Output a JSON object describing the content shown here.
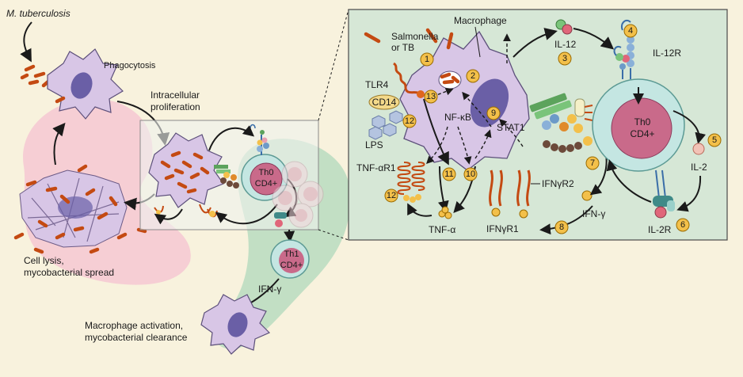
{
  "colors": {
    "background": "#f8f2dd",
    "inset_panel": "#d6e7d6",
    "macrophage": "#d8c6e6",
    "nucleus": "#6a5fa6",
    "th_cell": "#c4e6e2",
    "th_nucleus": "#c96a8a",
    "bacteria": "#e0661e",
    "pink_zone": "#f6c8d2",
    "green_zone": "#b9dcc0",
    "number_badge": "#f3c04a"
  },
  "left": {
    "mtb": "M. tuberculosis",
    "phagocytosis": "Phagocytosis",
    "proliferation_1": "Intracellular",
    "proliferation_2": "proliferation",
    "th0": "Th0",
    "cd4_a": "CD4+",
    "th1": "Th1",
    "cd4_b": "CD4+",
    "ifng": "IFN-γ",
    "lysis_1": "Cell lysis,",
    "lysis_2": "mycobacterial spread",
    "activation_1": "Macrophage activation,",
    "activation_2": "mycobacterial clearance"
  },
  "inset": {
    "macrophage": "Macrophage",
    "salmonella_1": "Salmonella",
    "salmonella_2": "or TB",
    "tlr4": "TLR4",
    "cd14": "CD14",
    "lps": "LPS",
    "nfkb": "NF-κB",
    "stat1": "STAT1",
    "tnfar1": "TNF-αR1",
    "tnfa": "TNF-α",
    "ifngr1": "IFNγR1",
    "ifngr2": "IFNγR2",
    "ifng": "IFN-γ",
    "il12": "IL-12",
    "il12r": "IL-12R",
    "th0": "Th0",
    "cd4": "CD4+",
    "il2": "IL-2",
    "il2r": "IL-2R"
  },
  "badges": [
    "1",
    "2",
    "3",
    "4",
    "5",
    "6",
    "7",
    "8",
    "9",
    "10",
    "11",
    "12",
    "12",
    "13"
  ],
  "icons": [
    "bacterium-icon",
    "macrophage-icon",
    "t-cell-icon",
    "receptor-icon",
    "cytokine-icon"
  ]
}
